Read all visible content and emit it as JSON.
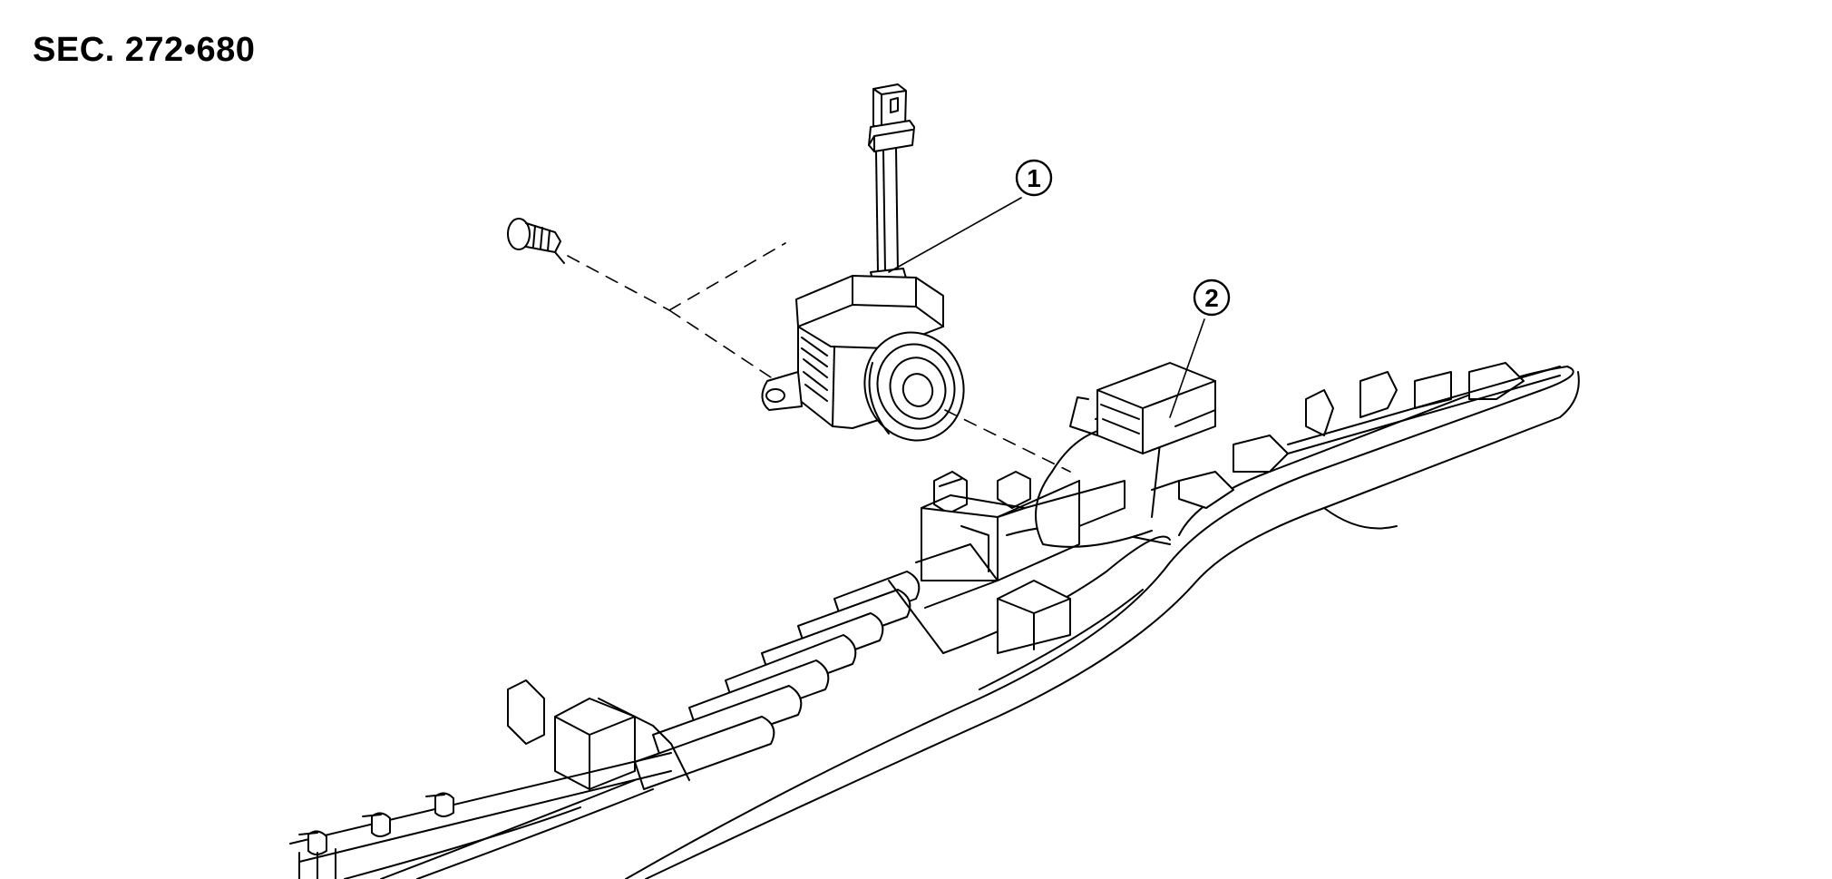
{
  "section": {
    "label": "SEC. 272•680"
  },
  "callouts": [
    {
      "number": "1"
    },
    {
      "number": "2"
    }
  ]
}
